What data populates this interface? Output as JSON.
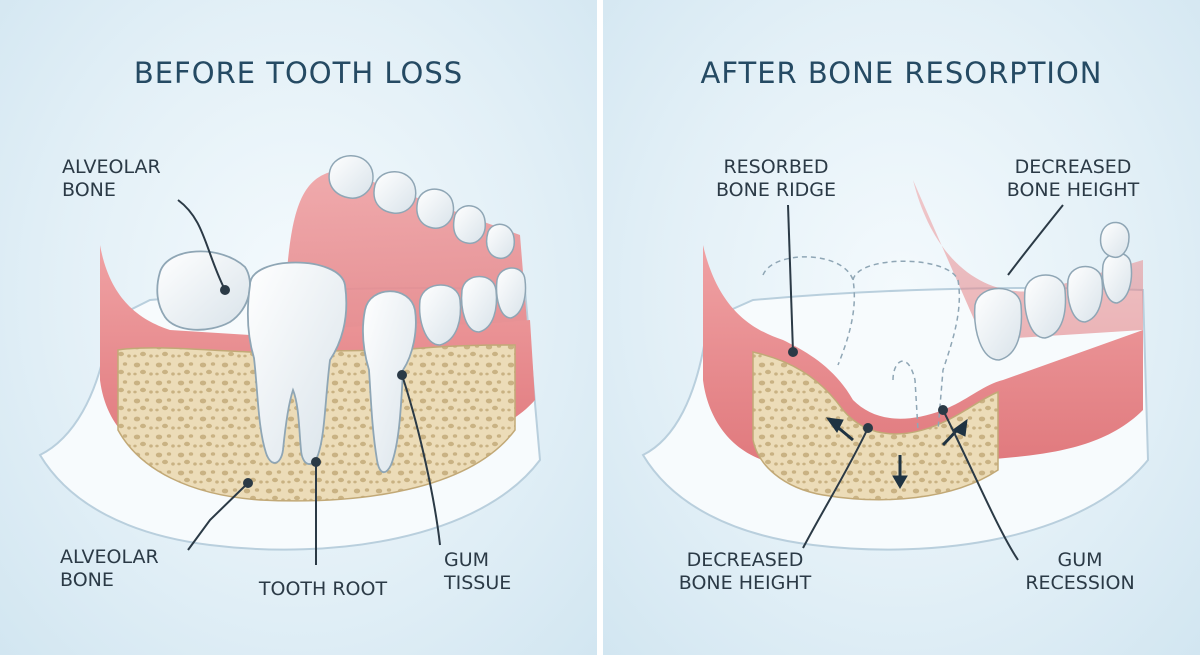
{
  "before": {
    "title": "BEFORE TOOTH LOSS",
    "labels": {
      "alveolar_bone_top": "ALVEOLAR\nBONE",
      "alveolar_bone_bottom": "ALVEOLAR\nBONE",
      "tooth_root": "TOOTH ROOT",
      "gum_tissue": "GUM\nTISSUE"
    }
  },
  "after": {
    "title": "AFTER BONE RESORPTION",
    "labels": {
      "resorbed_bone_ridge": "RESORBED\nBONE RIDGE",
      "decreased_bone_height_top": "DECREASED\nBONE HEIGHT",
      "decreased_bone_height_bottom": "DECREASED\nBONE HEIGHT",
      "gum_recession": "GUM\nRECESSION"
    }
  },
  "colors": {
    "title": "#254a63",
    "gum": "#e88f92",
    "bone": "#ead9b4",
    "tooth": "#ffffff",
    "background": "#e3f0f7"
  }
}
